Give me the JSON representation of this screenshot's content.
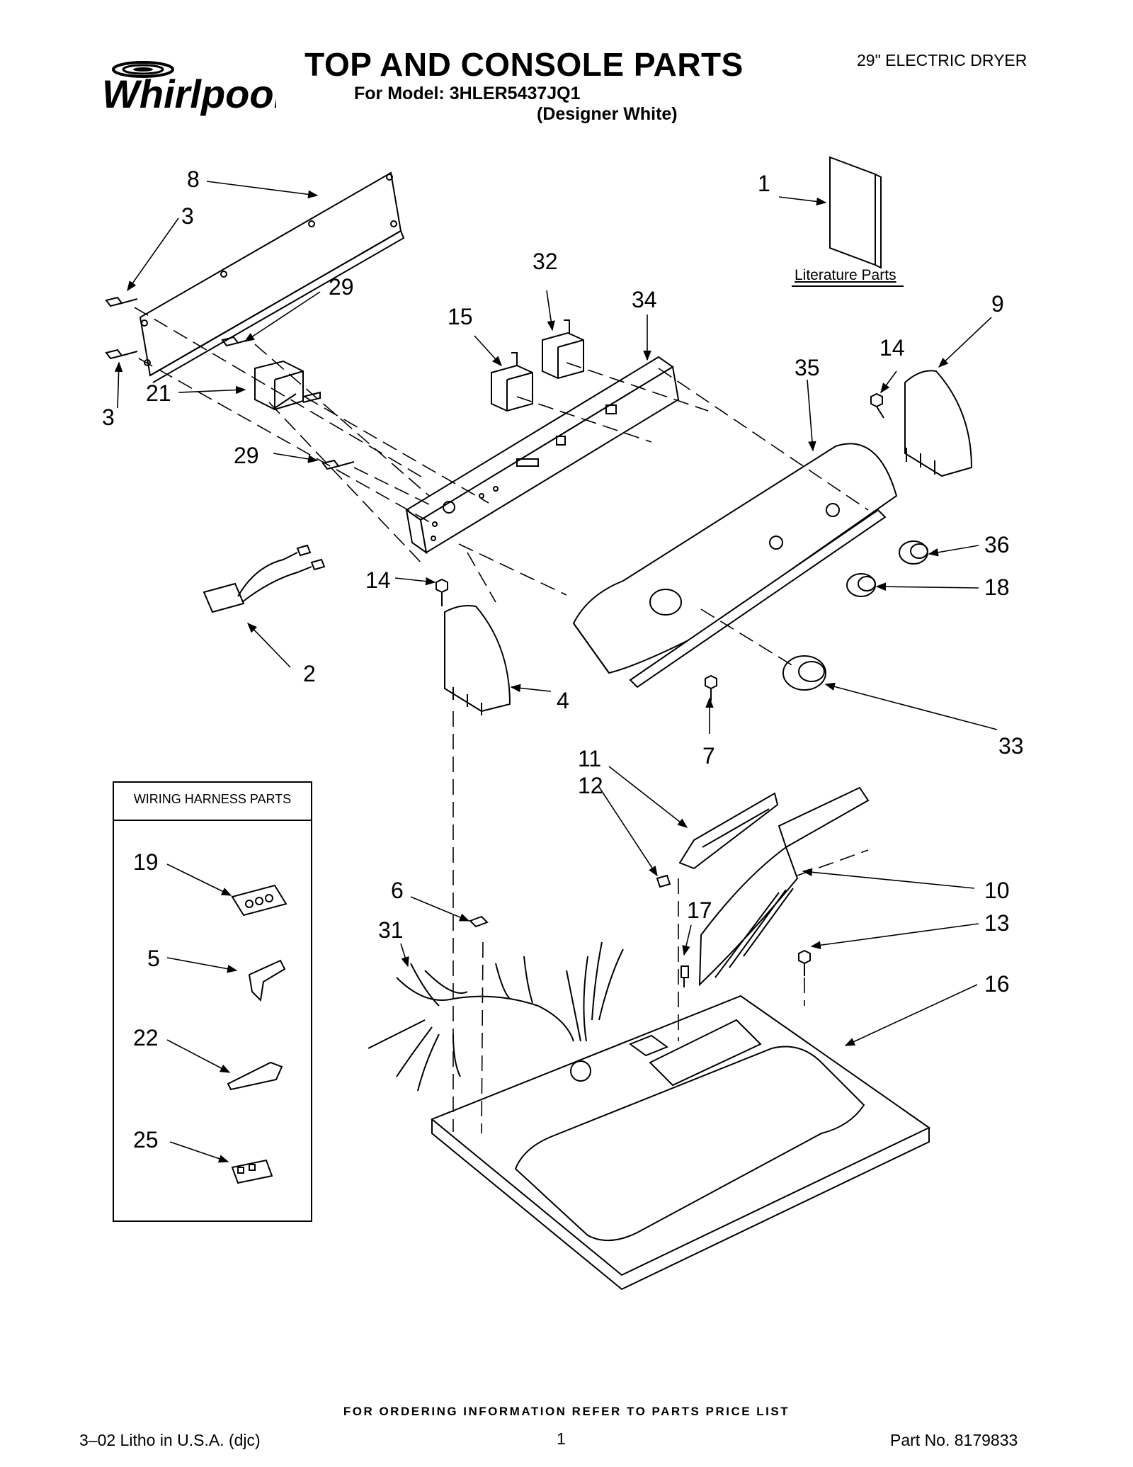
{
  "header": {
    "brand": "Whirlpool",
    "title": "TOP AND CONSOLE PARTS",
    "model_line": "For Model: 3HLER5437JQ1",
    "color_line": "(Designer White)",
    "product_type": "29\" ELECTRIC DRYER"
  },
  "literature": {
    "label": "Literature Parts"
  },
  "wiring_box": {
    "title": "WIRING HARNESS PARTS"
  },
  "callouts": [
    "1",
    "2",
    "3",
    "3",
    "4",
    "5",
    "6",
    "7",
    "8",
    "9",
    "10",
    "11",
    "12",
    "13",
    "14",
    "14",
    "15",
    "16",
    "17",
    "18",
    "19",
    "21",
    "22",
    "25",
    "29",
    "29",
    "31",
    "32",
    "33",
    "34",
    "35",
    "36"
  ],
  "footer": {
    "note": "FOR ORDERING INFORMATION REFER TO PARTS PRICE LIST",
    "litho": "3–02 Litho in U.S.A. (djc)",
    "page": "1",
    "part_no": "Part No. 8179833"
  },
  "colors": {
    "ink": "#000000",
    "paper": "#ffffff"
  }
}
